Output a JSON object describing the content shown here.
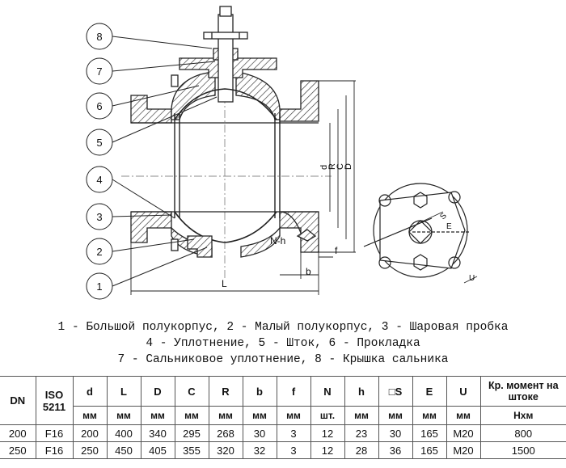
{
  "diagram": {
    "callouts": [
      "8",
      "7",
      "6",
      "5",
      "4",
      "3",
      "2",
      "1"
    ],
    "dimension_labels": {
      "L": "L",
      "b": "b",
      "f": "f",
      "Nh": "N-h",
      "d": "d",
      "R": "R",
      "C": "C",
      "D": "D",
      "S": "S",
      "E": "E",
      "U": "U"
    }
  },
  "legend": {
    "line1": "1 - Большой полукорпус, 2 - Малый полукорпус, 3 - Шаровая пробка",
    "line2": "4 - Уплотнение, 5 - Шток, 6 - Прокладка",
    "line3": "7 - Сальниковое уплотнение, 8 - Крышка сальника"
  },
  "table": {
    "headers": {
      "dn": "DN",
      "iso": "ISO 5211",
      "d": "d",
      "L": "L",
      "D": "D",
      "C": "C",
      "R": "R",
      "b": "b",
      "f": "f",
      "N": "N",
      "h": "h",
      "S": "□S",
      "E": "E",
      "U": "U",
      "torque": "Кр. момент на штоке"
    },
    "units": {
      "d": "мм",
      "L": "мм",
      "D": "мм",
      "C": "мм",
      "R": "мм",
      "b": "мм",
      "f": "мм",
      "N": "шт.",
      "h": "мм",
      "S": "мм",
      "E": "мм",
      "U": "мм",
      "torque": "Нхм"
    },
    "rows": [
      {
        "dn": "200",
        "iso": "F16",
        "d": "200",
        "L": "400",
        "D": "340",
        "C": "295",
        "R": "268",
        "b": "30",
        "f": "3",
        "N": "12",
        "h": "23",
        "S": "30",
        "E": "165",
        "U": "M20",
        "torque": "800"
      },
      {
        "dn": "250",
        "iso": "F16",
        "d": "250",
        "L": "450",
        "D": "405",
        "C": "355",
        "R": "320",
        "b": "32",
        "f": "3",
        "N": "12",
        "h": "28",
        "S": "36",
        "E": "165",
        "U": "M20",
        "torque": "1500"
      }
    ]
  }
}
